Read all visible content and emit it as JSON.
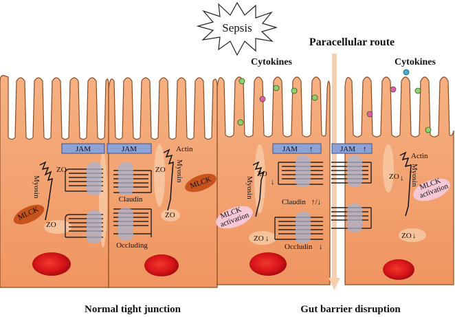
{
  "sepsis": "Sepsis",
  "route_title": "Paracellular route",
  "cytokines_left": "Cytokines",
  "cytokines_right": "Cytokines",
  "left_panel": {
    "jam_a": "JAM",
    "jam_b": "JAM",
    "zo_1": "ZO",
    "zo_2": "ZO",
    "zo_3": "ZO",
    "zo_4": "ZO",
    "myosin_1": "Myosin",
    "myosin_2": "Myosin",
    "mlck_1": "MLCK",
    "mlck_2": "MLCK",
    "actin": "Actin",
    "claudin": "Claudin",
    "occluding": "Occluding"
  },
  "right_panel": {
    "jam_a": "JAM",
    "jam_b": "JAM",
    "zo_1": "ZO",
    "zo_2": "ZO",
    "zo_3": "ZO",
    "zo_4": "ZO",
    "myosin_1": "Myosin",
    "myosin_2": "Myosin",
    "mlck_act_1a": "MLCK",
    "mlck_act_1b": "activation",
    "mlck_act_2a": "MLCK",
    "mlck_act_2b": "activation",
    "actin": "Actin",
    "claudin": "Claudin",
    "occludin": "Occludin",
    "up_arrow": "↑",
    "down_arrow": "↓",
    "updown": "↑/↓"
  },
  "caption_left": "Normal tight junction",
  "caption_right": "Gut barrier disruption",
  "colors": {
    "cell_fill": "#f2a06c",
    "cell_stroke": "#8a4a22",
    "nucleus": "#d8161a",
    "jam": "#8da3d8",
    "mlck": "#c8541b",
    "mlck_activation": "#f6c8d6",
    "arrow": "#f7cfae"
  },
  "cytokine_colors": [
    "#8fd16d",
    "#e85aa8",
    "#3aaee0"
  ]
}
